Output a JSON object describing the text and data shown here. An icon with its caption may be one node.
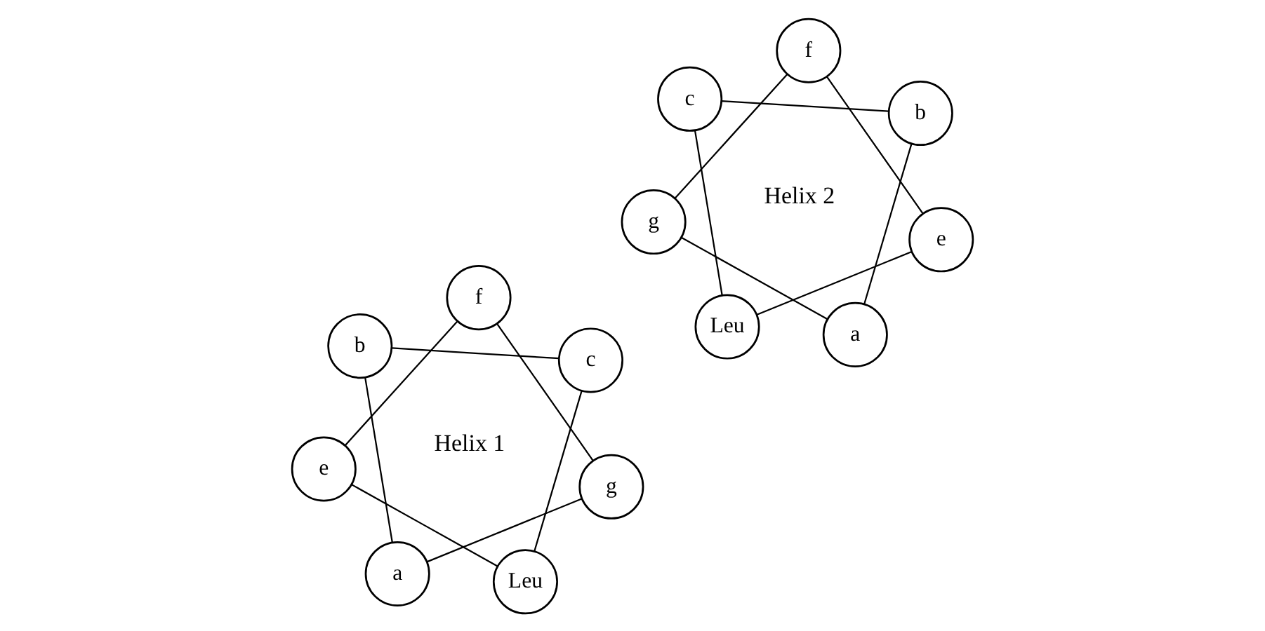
{
  "diagram": {
    "nodes": [
      {
        "text": [
          "g"
        ]
      },
      {
        "text": [
          "c"
        ]
      },
      {
        "text": [
          "Leu"
        ]
      },
      {
        "text": [
          "f"
        ]
      },
      {
        "text": [
          "a"
        ]
      },
      {
        "text": [
          "b"
        ]
      },
      {
        "text": [
          "e"
        ]
      },
      {
        "text": [
          "e"
        ]
      },
      {
        "text": [
          "b"
        ]
      },
      {
        "text": [
          "a"
        ]
      },
      {
        "text": [
          "f"
        ]
      },
      {
        "text": [
          "Leu"
        ]
      },
      {
        "text": [
          "c"
        ]
      },
      {
        "text": [
          "g"
        ]
      }
    ],
    "edges": [
      {
        "from": 4,
        "to": 5,
        "arrow": "none"
      },
      {
        "from": 5,
        "to": 1,
        "arrow": "none"
      },
      {
        "from": 1,
        "to": 2,
        "arrow": "none"
      },
      {
        "from": 2,
        "to": 6,
        "arrow": "none"
      },
      {
        "from": 6,
        "to": 3,
        "arrow": "none"
      },
      {
        "from": 3,
        "to": 0,
        "arrow": "none"
      },
      {
        "from": 0,
        "to": 4,
        "arrow": "none"
      },
      {
        "from": 9,
        "to": 8,
        "arrow": "none"
      },
      {
        "from": 8,
        "to": 12,
        "arrow": "none"
      },
      {
        "from": 12,
        "to": 11,
        "arrow": "none"
      },
      {
        "from": 11,
        "to": 7,
        "arrow": "none"
      },
      {
        "from": 7,
        "to": 10,
        "arrow": "none"
      },
      {
        "from": 10,
        "to": 13,
        "arrow": "none"
      },
      {
        "from": 13,
        "to": 9,
        "arrow": "none"
      }
    ],
    "labels": [
      "Helix 1",
      "Helix 2"
    ]
  }
}
